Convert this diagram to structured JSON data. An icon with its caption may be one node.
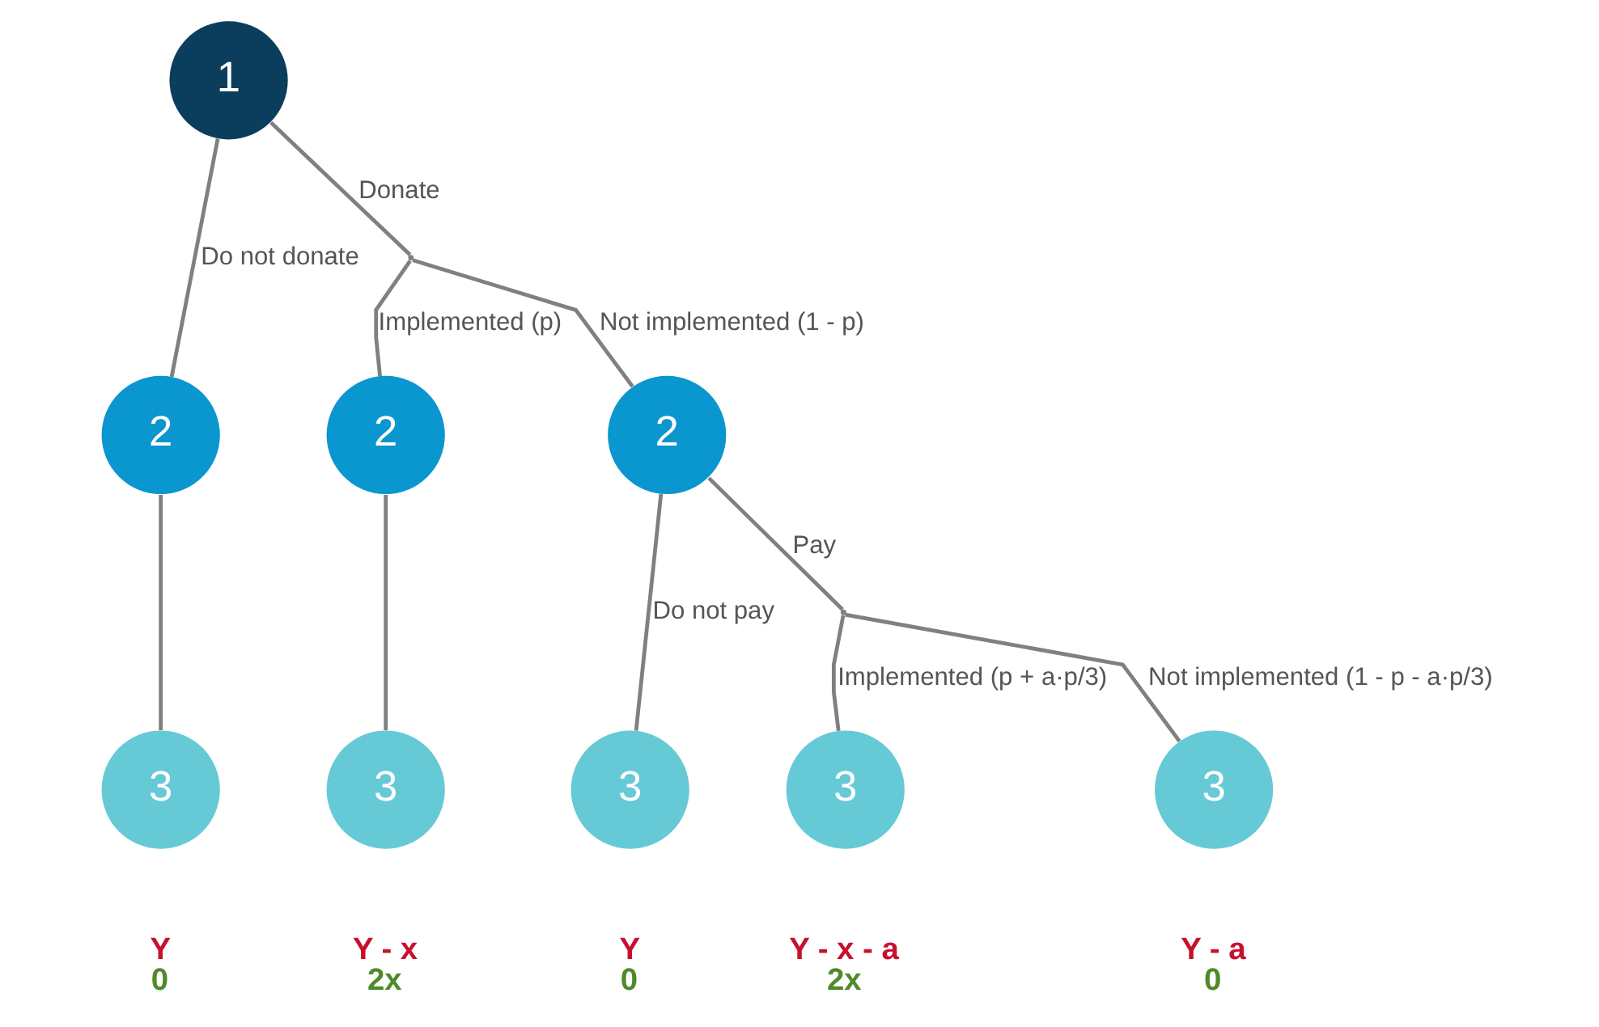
{
  "diagram": {
    "nodes": [
      {
        "text": [
          "1"
        ]
      },
      {
        "text": [],
        "shape": "point"
      },
      {
        "text": [
          "2"
        ]
      },
      {
        "text": [
          "2"
        ]
      },
      {
        "text": [
          "2"
        ]
      },
      {
        "text": [],
        "shape": "point"
      },
      {
        "text": [
          "3"
        ],
        "beside": [
          "Y",
          "0"
        ]
      },
      {
        "text": [
          "3"
        ],
        "beside": [
          "Y - x",
          "2x"
        ]
      },
      {
        "text": [
          "3"
        ],
        "beside": [
          "Y",
          "0"
        ]
      },
      {
        "text": [
          "3"
        ],
        "beside": [
          "Y - x - a",
          "2x"
        ]
      },
      {
        "text": [
          "3"
        ],
        "beside": [
          "Y - a",
          "0"
        ]
      }
    ],
    "edges": [
      {
        "from": 0,
        "to": 2,
        "arrow": "none",
        "label": "Do not donate"
      },
      {
        "from": 0,
        "to": 1,
        "arrow": "none",
        "label": "Donate"
      },
      {
        "from": 1,
        "to": 3,
        "arrow": "none",
        "label": "Implemented (p)"
      },
      {
        "from": 1,
        "to": 4,
        "arrow": "none",
        "label": "Not implemented (1 - p)"
      },
      {
        "from": 2,
        "to": 6,
        "arrow": "none"
      },
      {
        "from": 3,
        "to": 7,
        "arrow": "none"
      },
      {
        "from": 4,
        "to": 8,
        "arrow": "none",
        "label": "Do not pay"
      },
      {
        "from": 4,
        "to": 5,
        "arrow": "none",
        "label": "Pay"
      },
      {
        "from": 5,
        "to": 9,
        "arrow": "none",
        "label": "Implemented (p + a·p/3)"
      },
      {
        "from": 5,
        "to": 10,
        "arrow": "none",
        "label": "Not implemented (1 - p - a·p/3)"
      }
    ]
  }
}
